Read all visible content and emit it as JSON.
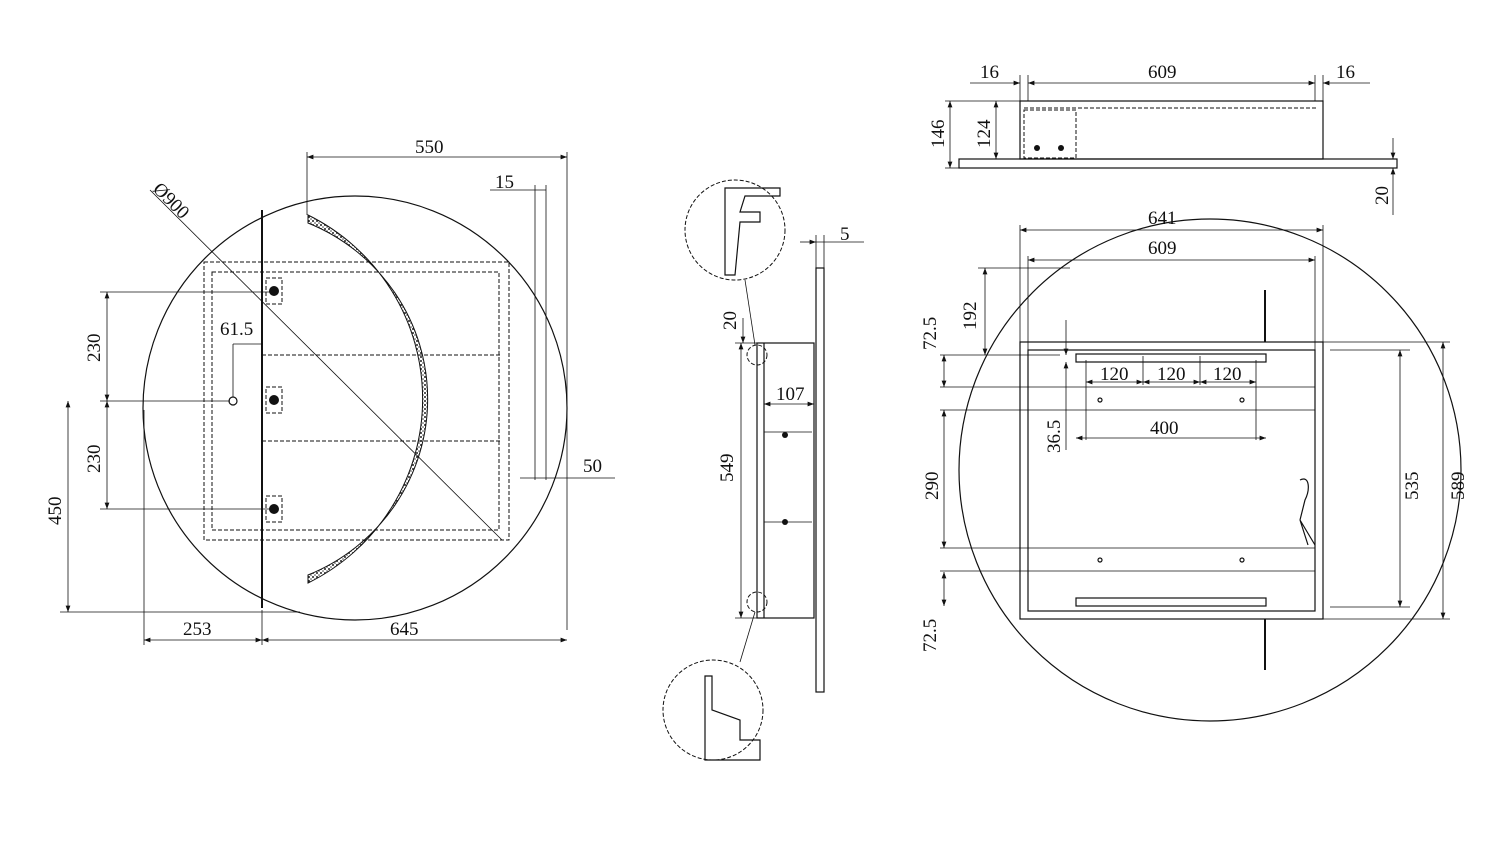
{
  "front_view": {
    "width_550": "550",
    "offset_15": "15",
    "diameter": "Ø900",
    "offset_61_5": "61.5",
    "spacing_230_top": "230",
    "spacing_230_bottom": "230",
    "height_450": "450",
    "depth_50": "50",
    "left_253": "253",
    "right_645": "645"
  },
  "side_view": {
    "thickness_5": "5",
    "gap_20": "20",
    "depth_107": "107",
    "height_549": "549"
  },
  "top_view": {
    "side_16_left": "16",
    "inner_609": "609",
    "side_16_right": "16",
    "total_146": "146",
    "cabinet_124": "124",
    "mirror_20": "20"
  },
  "rear_view": {
    "outer_641": "641",
    "inner_609": "609",
    "top_192": "192",
    "top_72_5": "72.5",
    "hole_120_a": "120",
    "hole_120_b": "120",
    "hole_120_c": "120",
    "offset_36_5": "36.5",
    "rail_400": "400",
    "middle_290": "290",
    "inner_535": "535",
    "outer_589": "589",
    "bottom_72_5": "72.5"
  }
}
